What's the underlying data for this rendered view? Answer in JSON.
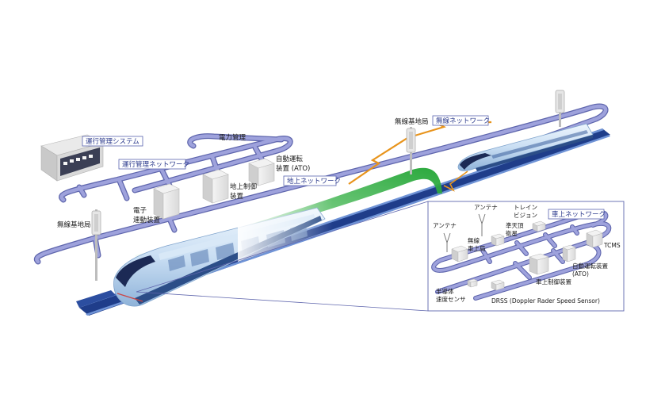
{
  "colors": {
    "network": "#8b90cf",
    "network_edge": "#5f66ad",
    "rail": "#1f3d8a",
    "train": "#cfe3f7",
    "wireless": "#e8941c",
    "green": "#3ab54a",
    "tag_text": "#2b3a8c"
  },
  "ground": {
    "tags": {
      "ops_system": "運行管理システム",
      "ops_network": "運行管理ネットワーク",
      "ground_network": "地上ネットワーク",
      "wireless_network": "無線ネットワーク"
    },
    "labels": {
      "power": "電力管理",
      "ato_line1": "自動運転",
      "ato_line2": "装置 (ATO)",
      "ground_ctrl_line1": "地上制御",
      "ground_ctrl_line2": "装置",
      "interlock_line1": "電子",
      "interlock_line2": "連動装置",
      "base_station_left": "無線基地局",
      "base_station_center": "無線基地局"
    }
  },
  "onboard": {
    "tags": {
      "onboard_network": "車上ネットワーク"
    },
    "labels": {
      "antenna_left": "アンテナ",
      "antenna_right": "アンテナ",
      "radio_line1": "無線",
      "radio_line2": "車上局",
      "satellite_line1": "準天頂",
      "satellite_line2": "衛星",
      "vision_line1": "トレイン",
      "vision_line2": "ビジョン",
      "tcms": "TCMS",
      "ato_line1": "自動運転装置",
      "ato_line2": "(ATO)",
      "onboard_ctrl": "車上制御装置",
      "speed_line1": "半導体",
      "speed_line2": "速度センサ",
      "drss": "DRSS (Doppler Rader Speed Sensor)"
    }
  }
}
